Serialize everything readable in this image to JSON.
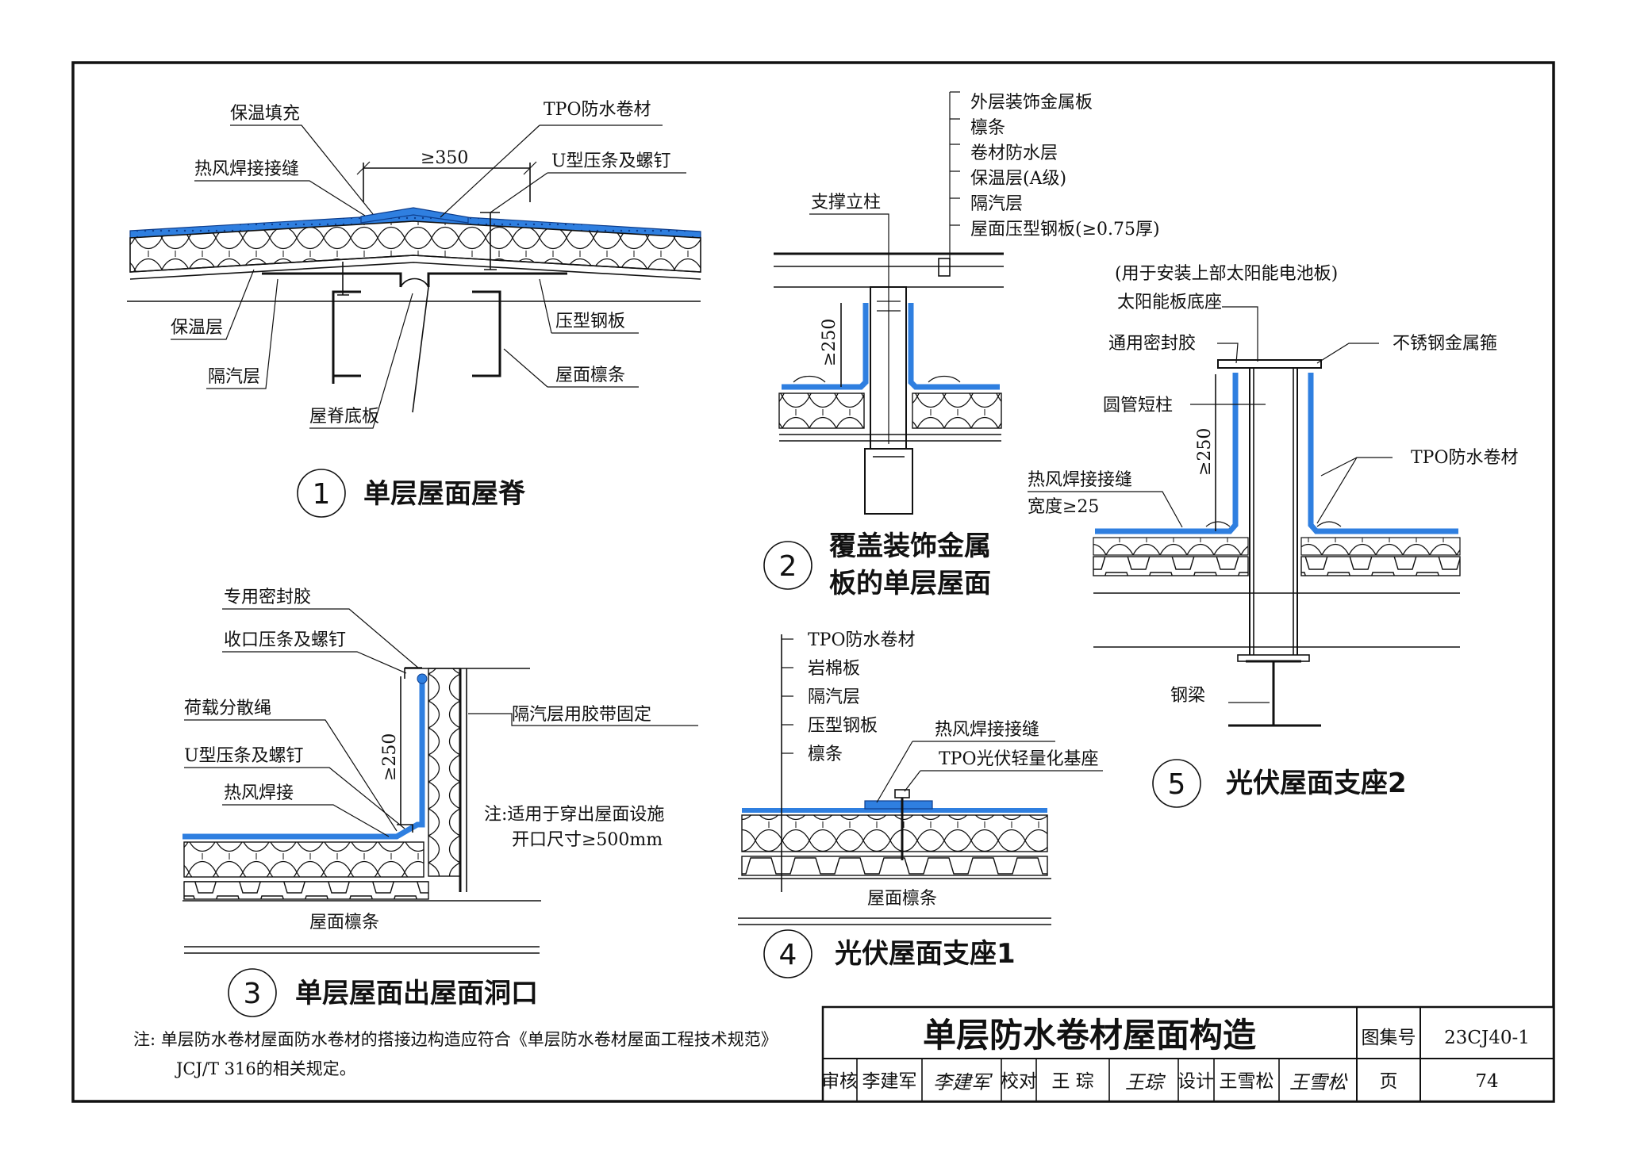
{
  "colors": {
    "membrane": "#2f7fe0",
    "line": "#111111"
  },
  "detail1": {
    "num": "1",
    "caption": "单层屋面屋脊",
    "labels": {
      "insulation_fill": "保温填充",
      "hot_air_seam": "热风焊接接缝",
      "tpo": "TPO防水卷材",
      "u_strip": "U型压条及螺钉",
      "insulation": "保温层",
      "vapor": "隔汽层",
      "ridge_plate": "屋脊底板",
      "steel_deck": "压型钢板",
      "purlin": "屋面檩条"
    },
    "dim": "≥350"
  },
  "detail2": {
    "num": "2",
    "caption_line1": "覆盖装饰金属",
    "caption_line2": "板的单层屋面",
    "labels": {
      "support_post": "支撑立柱",
      "outer_panel": "外层装饰金属板",
      "purlin": "檩条",
      "membrane": "卷材防水层",
      "insulation": "保温层(A级)",
      "vapor": "隔汽层",
      "steel_deck": "屋面压型钢板(≥0.75厚)"
    },
    "dim": "≥250"
  },
  "detail3": {
    "num": "3",
    "caption": "单层屋面出屋面洞口",
    "labels": {
      "sealant": "专用密封胶",
      "closure_strip": "收口压条及螺钉",
      "load_rope": "荷载分散绳",
      "u_strip": "U型压条及螺钉",
      "hot_air_weld": "热风焊接",
      "vapor_tape": "隔汽层用胶带固定",
      "purlin": "屋面檩条"
    },
    "note_line1": "注:适用于穿出屋面设施",
    "note_line2": "开口尺寸≥500mm",
    "dim": "≥250"
  },
  "detail4": {
    "num": "4",
    "caption": "光伏屋面支座1",
    "labels": {
      "tpo": "TPO防水卷材",
      "rockwool": "岩棉板",
      "vapor": "隔汽层",
      "steel_deck": "压型钢板",
      "purlin": "檩条",
      "hot_air_seam": "热风焊接接缝",
      "pv_base": "TPO光伏轻量化基座",
      "roof_purlin": "屋面檩条"
    }
  },
  "detail5": {
    "num": "5",
    "caption": "光伏屋面支座2",
    "labels": {
      "purpose": "(用于安装上部太阳能电池板)",
      "solar_base": "太阳能板底座",
      "sealant": "通用密封胶",
      "ss_band": "不锈钢金属箍",
      "round_post": "圆管短柱",
      "hot_air_seam": "热风焊接接缝",
      "width": "宽度≥25",
      "tpo": "TPO防水卷材",
      "steel_beam": "钢梁"
    },
    "dim": "≥250"
  },
  "footnote_line1": "注:  单层防水卷材屋面防水卷材的搭接边构造应符合《单层防水卷材屋面工程技术规范》",
  "footnote_line2": "JCJ/T 316的相关规定。",
  "title_block": {
    "title": "单层防水卷材屋面构造",
    "atlas_label": "图集号",
    "atlas_no": "23CJ40-1",
    "review_label": "审核",
    "reviewer": "李建军",
    "reviewer_sig": "李建军",
    "check_label": "校对",
    "checker": "王 琮",
    "checker_sig": "王琮",
    "design_label": "设计",
    "designer": "王雪松",
    "designer_sig": "王雪松",
    "page_label": "页",
    "page_no": "74"
  }
}
